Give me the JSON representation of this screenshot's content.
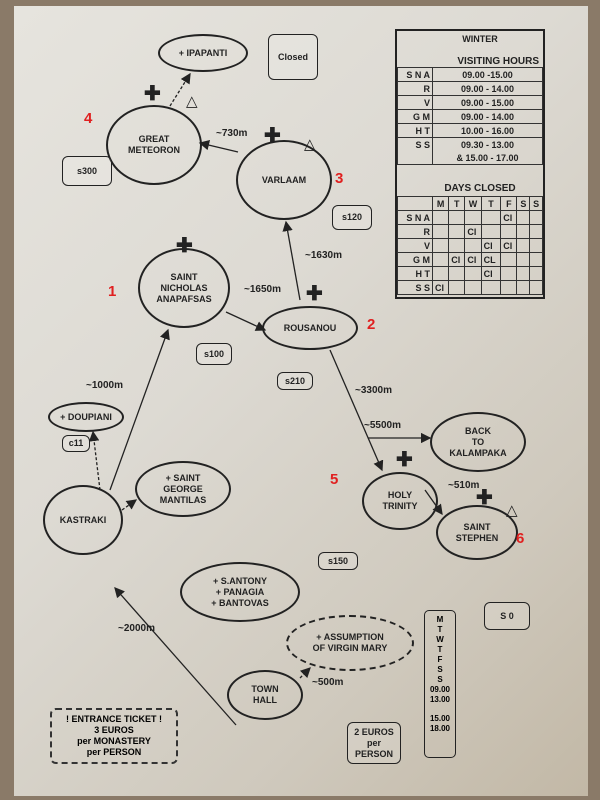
{
  "nodes": [
    {
      "id": "ipapanti",
      "lines": [
        "+ IPAPANTI"
      ]
    },
    {
      "id": "great-meteoron",
      "lines": [
        "GREAT",
        "METEORON"
      ],
      "number": "4"
    },
    {
      "id": "varlaam",
      "lines": [
        "VARLAAM"
      ],
      "number": "3"
    },
    {
      "id": "saint-nicholas",
      "lines": [
        "SAINT",
        "NICHOLAS",
        "ANAPAFSAS"
      ],
      "number": "1"
    },
    {
      "id": "rousanou",
      "lines": [
        "ROUSANOU"
      ],
      "number": "2"
    },
    {
      "id": "doupiani",
      "lines": [
        "+ DOUPIANI"
      ]
    },
    {
      "id": "back-to-kalampaka",
      "lines": [
        "BACK",
        "TO",
        "KALAMPAKA"
      ]
    },
    {
      "id": "holy-trinity",
      "lines": [
        "HOLY",
        "TRINITY"
      ],
      "number": "5"
    },
    {
      "id": "saint-stephen",
      "lines": [
        "SAINT",
        "STEPHEN"
      ],
      "number": "6"
    },
    {
      "id": "saint-george",
      "lines": [
        "+ SAINT",
        "GEORGE",
        "MANTILAS"
      ]
    },
    {
      "id": "kastraki",
      "lines": [
        "KASTRAKI"
      ]
    },
    {
      "id": "s-antony",
      "lines": [
        "+ S.ANTONY",
        "+ PANAGIA",
        "+ BANTOVAS"
      ]
    },
    {
      "id": "assumption",
      "lines": [
        "+ ASSUMPTION",
        "OF VIRGIN MARY"
      ]
    },
    {
      "id": "town-hall",
      "lines": [
        "TOWN",
        "HALL"
      ]
    }
  ],
  "callouts": [
    {
      "id": "closed",
      "text": "Closed"
    },
    {
      "id": "s300",
      "text": "s300"
    },
    {
      "id": "s120",
      "text": "s120"
    },
    {
      "id": "s100",
      "text": "s100"
    },
    {
      "id": "s210",
      "text": "s210"
    },
    {
      "id": "c11",
      "text": "c11"
    },
    {
      "id": "s150",
      "text": "s150"
    },
    {
      "id": "s0",
      "text": "S 0"
    },
    {
      "id": "two-euros",
      "text": "2 EUROS per PERSON"
    }
  ],
  "distances": [
    {
      "id": "d730",
      "text": "~730m"
    },
    {
      "id": "d1630",
      "text": "~1630m"
    },
    {
      "id": "d1650",
      "text": "~1650m"
    },
    {
      "id": "d1000",
      "text": "~1000m"
    },
    {
      "id": "d3300",
      "text": "~3300m"
    },
    {
      "id": "d5500",
      "text": "~5500m"
    },
    {
      "id": "d510",
      "text": "~510m"
    },
    {
      "id": "d2000",
      "text": "~2000m"
    },
    {
      "id": "d500",
      "text": "~500m"
    }
  ],
  "table": {
    "season": "WINTER",
    "hours_title": "VISITING HOURS",
    "hours": [
      [
        "S N A",
        "09.00 -15.00"
      ],
      [
        "R",
        "09.00 - 14.00"
      ],
      [
        "V",
        "09.00 - 15.00"
      ],
      [
        "G M",
        "09.00  - 14.00"
      ],
      [
        "H T",
        "10.00 - 16.00"
      ],
      [
        "S S",
        "09.30 - 13.00"
      ],
      [
        "",
        "& 15.00 - 17.00"
      ]
    ],
    "closed_title": "DAYS CLOSED",
    "days": [
      "M",
      "T",
      "W",
      "T",
      "F",
      "S",
      "S"
    ],
    "closed": [
      [
        "S N A",
        "",
        "",
        "",
        "",
        "Cl",
        "",
        ""
      ],
      [
        "R",
        "",
        "",
        "Cl",
        "",
        "",
        "",
        ""
      ],
      [
        "V",
        "",
        "",
        "",
        "Cl",
        "Cl",
        "",
        ""
      ],
      [
        "G M",
        "",
        "Cl",
        "Cl",
        "CL",
        "",
        "",
        ""
      ],
      [
        "H T",
        "",
        "",
        "",
        "Cl",
        "",
        "",
        ""
      ],
      [
        "S S",
        "Cl",
        "",
        "",
        "",
        "",
        "",
        ""
      ]
    ]
  },
  "assumption_hours": [
    "M",
    "T",
    "W",
    "T",
    "F",
    "S",
    "S",
    "09.00",
    "13.00",
    "",
    "15.00",
    "18.00"
  ],
  "ticket": [
    "! ENTRANCE TICKET !",
    "3 EUROS",
    "per MONASTERY",
    "per PERSON"
  ]
}
